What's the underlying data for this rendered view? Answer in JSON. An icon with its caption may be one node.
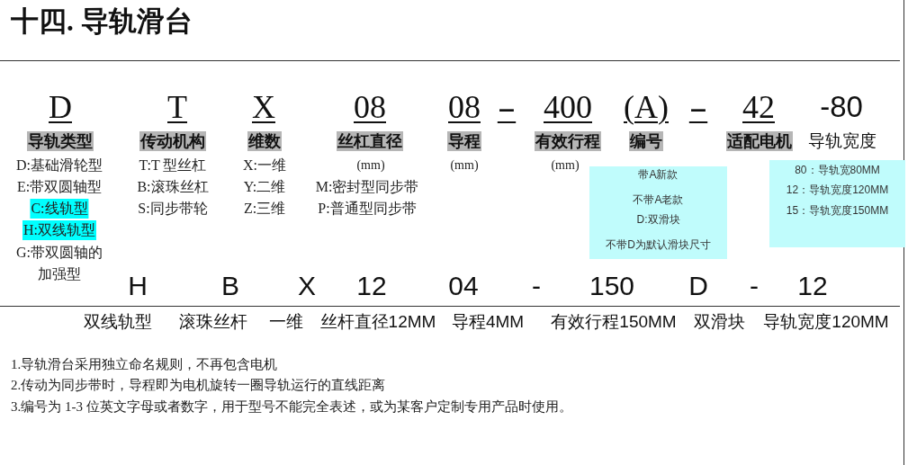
{
  "diagram": {
    "title": "十四. 导轨滑台",
    "nodes": [
      {
        "text": [
          "导轨类型"
        ]
      },
      {
        "text": [
          "传动机构"
        ]
      },
      {
        "text": [
          "维数"
        ]
      },
      {
        "text": [
          "丝杠直径"
        ]
      },
      {
        "text": [
          "导程"
        ]
      },
      {
        "text": [
          "有效行程"
        ]
      },
      {
        "text": [
          "编号"
        ]
      },
      {
        "text": [
          "适配电机"
        ]
      },
      {
        "text": [
          "C:线轨型"
        ]
      },
      {
        "text": [
          "H:双线轨型"
        ]
      },
      {
        "text": [
          "带A新款",
          "不带A老款",
          "D:双滑块",
          "不带D为默认滑块尺寸"
        ]
      },
      {
        "text": [
          "80：导轨宽80MM",
          "12：导轨宽度120MM",
          "15：导轨宽度150MM"
        ]
      }
    ],
    "labels": [
      "D",
      "T",
      "X",
      "08",
      "08",
      "-",
      "400",
      "(A)",
      "-",
      "42",
      "-80",
      "导轨宽度",
      "D:基础滑轮型",
      "T:T 型丝杠",
      "X:一维",
      "(mm)",
      "(mm)",
      "(mm)",
      "E:带双圆轴型",
      "B:滚珠丝杠",
      "Y:二维",
      "M:密封型同步带",
      "S:同步带轮",
      "Z:三维",
      "P:普通型同步带",
      "G:带双圆轴的加强型",
      "H",
      "B",
      "X",
      "12",
      "04",
      "-",
      "150",
      "D",
      "-",
      "12",
      "双线轨型",
      "滚珠丝杆",
      "一维",
      "丝杆直径12MM",
      "导程4MM",
      "有效行程150MM",
      "双滑块",
      "导轨宽度120MM",
      "1.导轨滑台采用独立命名规则，不再包含电机",
      "2.传动为同步带时，导程即为电机旋转一圈导轨运行的直线距离",
      "3.编号为 1-3 位英文字母或者数字，用于型号不能完全表述，或为某客户定制专用产品时使用。"
    ]
  }
}
